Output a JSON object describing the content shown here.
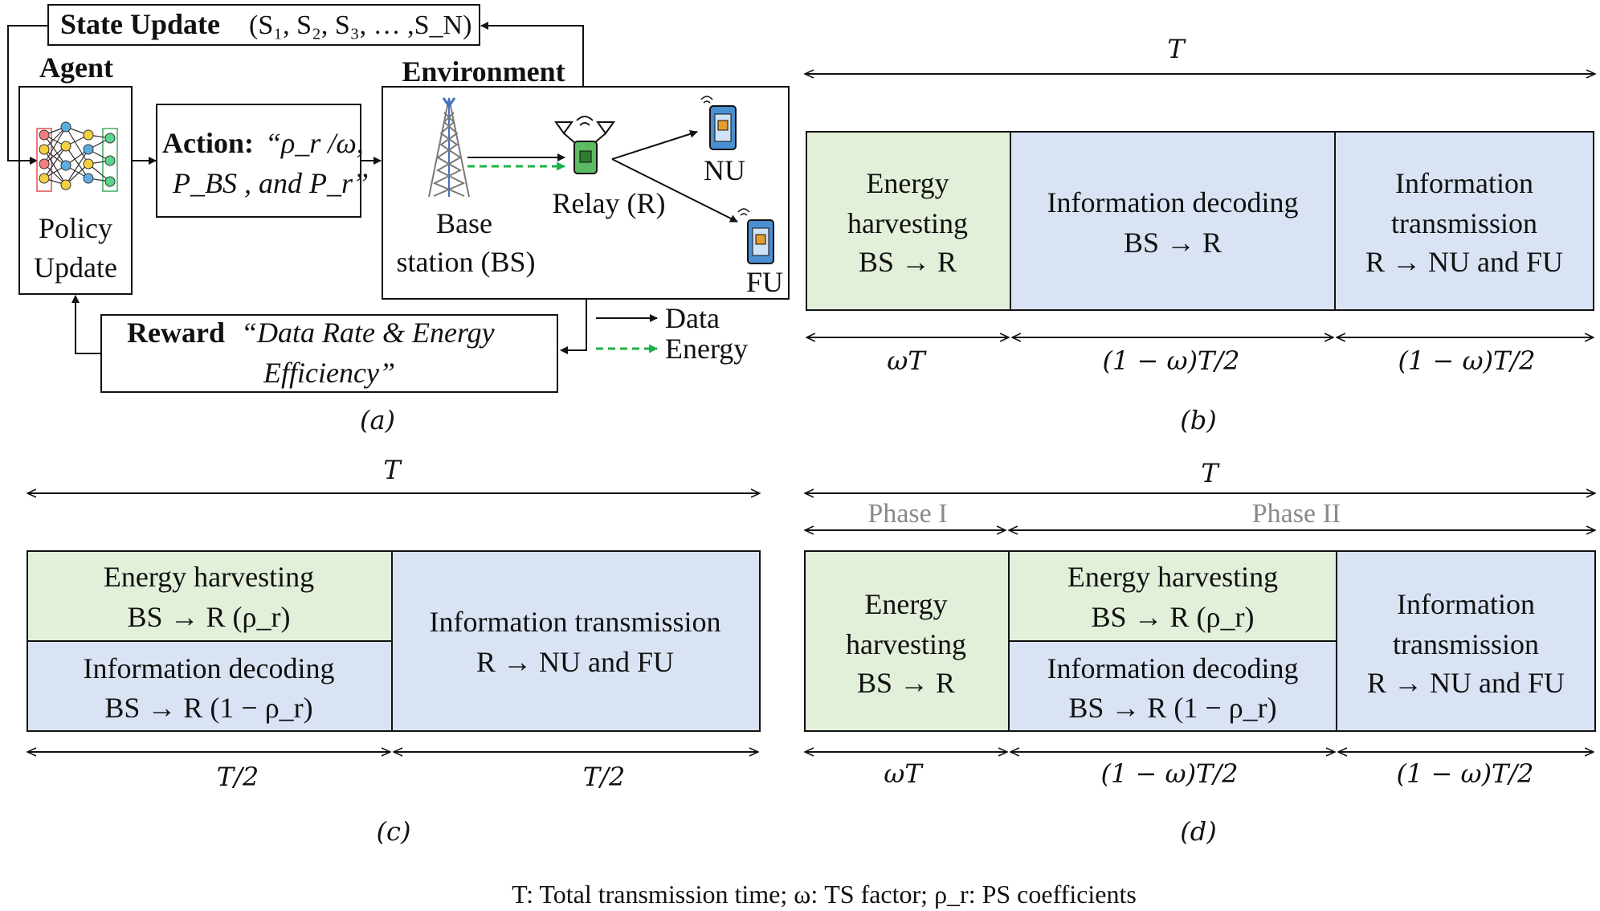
{
  "panel_a": {
    "state_update_bold": "State Update",
    "state_update_args": "(S₁, S₂, S₃, … ,S_N)",
    "agent_title": "Agent",
    "policy_line1": "Policy",
    "policy_line2": "Update",
    "action_bold": "Action:",
    "action_text_line1": "“ρ_r /ω,",
    "action_text_line2": "P_BS , and P_r”",
    "environment_title": "Environment",
    "base_station_line1": "Base",
    "base_station_line2": "station (BS)",
    "relay_label": "Relay (R)",
    "nu_label": "NU",
    "fu_label": "FU",
    "reward_bold": "Reward",
    "reward_text_line1": "“Data Rate & Energy",
    "reward_text_line2": "Efficiency”",
    "legend_data": "Data",
    "legend_energy": "Energy",
    "caption": "(a)",
    "colors": {
      "energy_dashed": "#1fb04a",
      "data_solid": "#111111"
    }
  },
  "panel_b": {
    "total_label": "T",
    "segments": [
      {
        "lines": [
          "Energy",
          "harvesting",
          "BS → R"
        ],
        "color": "#e2efd9",
        "duration": "ωT"
      },
      {
        "lines": [
          "Information decoding",
          "BS → R"
        ],
        "color": "#dae3f3",
        "duration": "(1 − ω)T/2"
      },
      {
        "lines": [
          "Information",
          "transmission",
          "R → NU and FU"
        ],
        "color": "#dae3f3",
        "duration": "(1 − ω)T/2"
      }
    ],
    "caption": "(b)"
  },
  "panel_c": {
    "total_label": "T",
    "top_left": {
      "lines": [
        "Energy harvesting",
        "BS → R (ρ_r)"
      ],
      "color": "#e2efd9"
    },
    "bottom_left": {
      "lines": [
        "Information decoding",
        "BS → R (1 − ρ_r)"
      ],
      "color": "#dae3f3"
    },
    "right": {
      "lines": [
        "Information transmission",
        "R → NU and FU"
      ],
      "color": "#dae3f3"
    },
    "durations": [
      "T/2",
      "T/2"
    ],
    "caption": "(c)"
  },
  "panel_d": {
    "total_label": "T",
    "phase_1": "Phase I",
    "phase_2": "Phase II",
    "left": {
      "lines": [
        "Energy",
        "harvesting",
        "BS → R"
      ],
      "color": "#e2efd9"
    },
    "mid_top": {
      "lines": [
        "Energy harvesting",
        "BS → R (ρ_r)"
      ],
      "color": "#e2efd9"
    },
    "mid_bottom": {
      "lines": [
        "Information decoding",
        "BS → R (1 − ρ_r)"
      ],
      "color": "#dae3f3"
    },
    "right": {
      "lines": [
        "Information",
        "transmission",
        "R → NU and FU"
      ],
      "color": "#dae3f3"
    },
    "durations": [
      "ωT",
      "(1 − ω)T/2",
      "(1 − ω)T/2"
    ],
    "caption": "(d)"
  },
  "footnote": "T:  Total transmission time;   ω:  TS factor;  ρ_r: PS coefficients"
}
